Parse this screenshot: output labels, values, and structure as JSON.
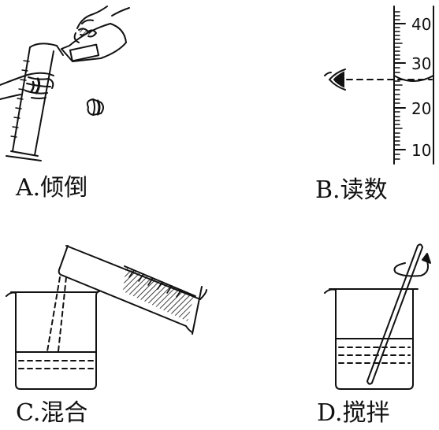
{
  "captions": {
    "a": "A.倾倒",
    "b": "B.读数",
    "c": "C.混合",
    "d": "D.搅拌"
  },
  "cylinder_scale": {
    "ticks": [
      "40",
      "30",
      "20",
      "10"
    ]
  }
}
